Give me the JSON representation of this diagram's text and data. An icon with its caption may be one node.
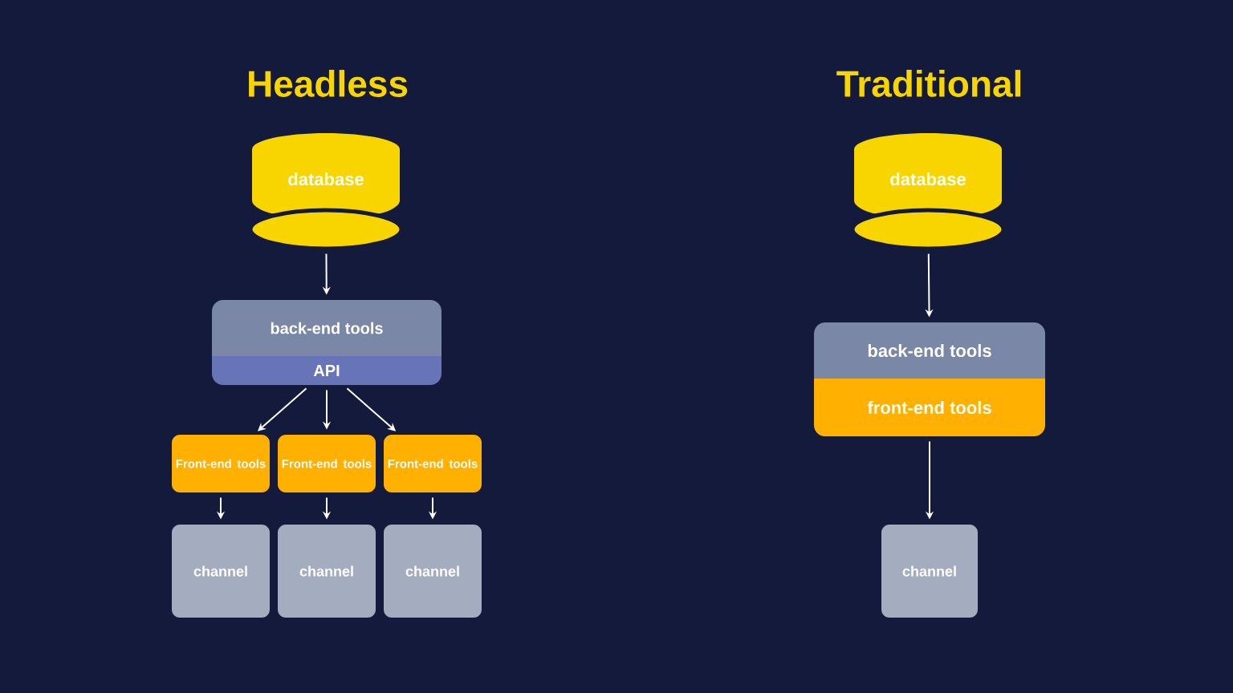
{
  "diagram": {
    "nodes": [
      {
        "text": [
          "database"
        ]
      },
      {
        "text": [
          "back-end tools"
        ]
      },
      {
        "text": [
          "API"
        ]
      },
      {
        "text": [
          "Front-end tools"
        ]
      },
      {
        "text": [
          "Front-end tools"
        ]
      },
      {
        "text": [
          "Front-end tools"
        ]
      },
      {
        "text": [
          "channel"
        ]
      },
      {
        "text": [
          "channel"
        ]
      },
      {
        "text": [
          "channel"
        ]
      },
      {
        "text": [
          "database"
        ]
      },
      {
        "text": [
          "back-end tools"
        ]
      },
      {
        "text": [
          "front-end tools"
        ]
      },
      {
        "text": [
          "channel"
        ]
      }
    ],
    "edges": [
      {
        "from": 0,
        "to": 1,
        "arrow": "to"
      },
      {
        "from": 2,
        "to": 3,
        "arrow": "to"
      },
      {
        "from": 2,
        "to": 4,
        "arrow": "to"
      },
      {
        "from": 2,
        "to": 5,
        "arrow": "to"
      },
      {
        "from": 3,
        "to": 6,
        "arrow": "to"
      },
      {
        "from": 4,
        "to": 7,
        "arrow": "to"
      },
      {
        "from": 5,
        "to": 8,
        "arrow": "to"
      },
      {
        "from": 9,
        "to": 10,
        "arrow": "to"
      },
      {
        "from": 11,
        "to": 12,
        "arrow": "to"
      }
    ],
    "labels": [
      "Headless",
      "Traditional"
    ]
  }
}
